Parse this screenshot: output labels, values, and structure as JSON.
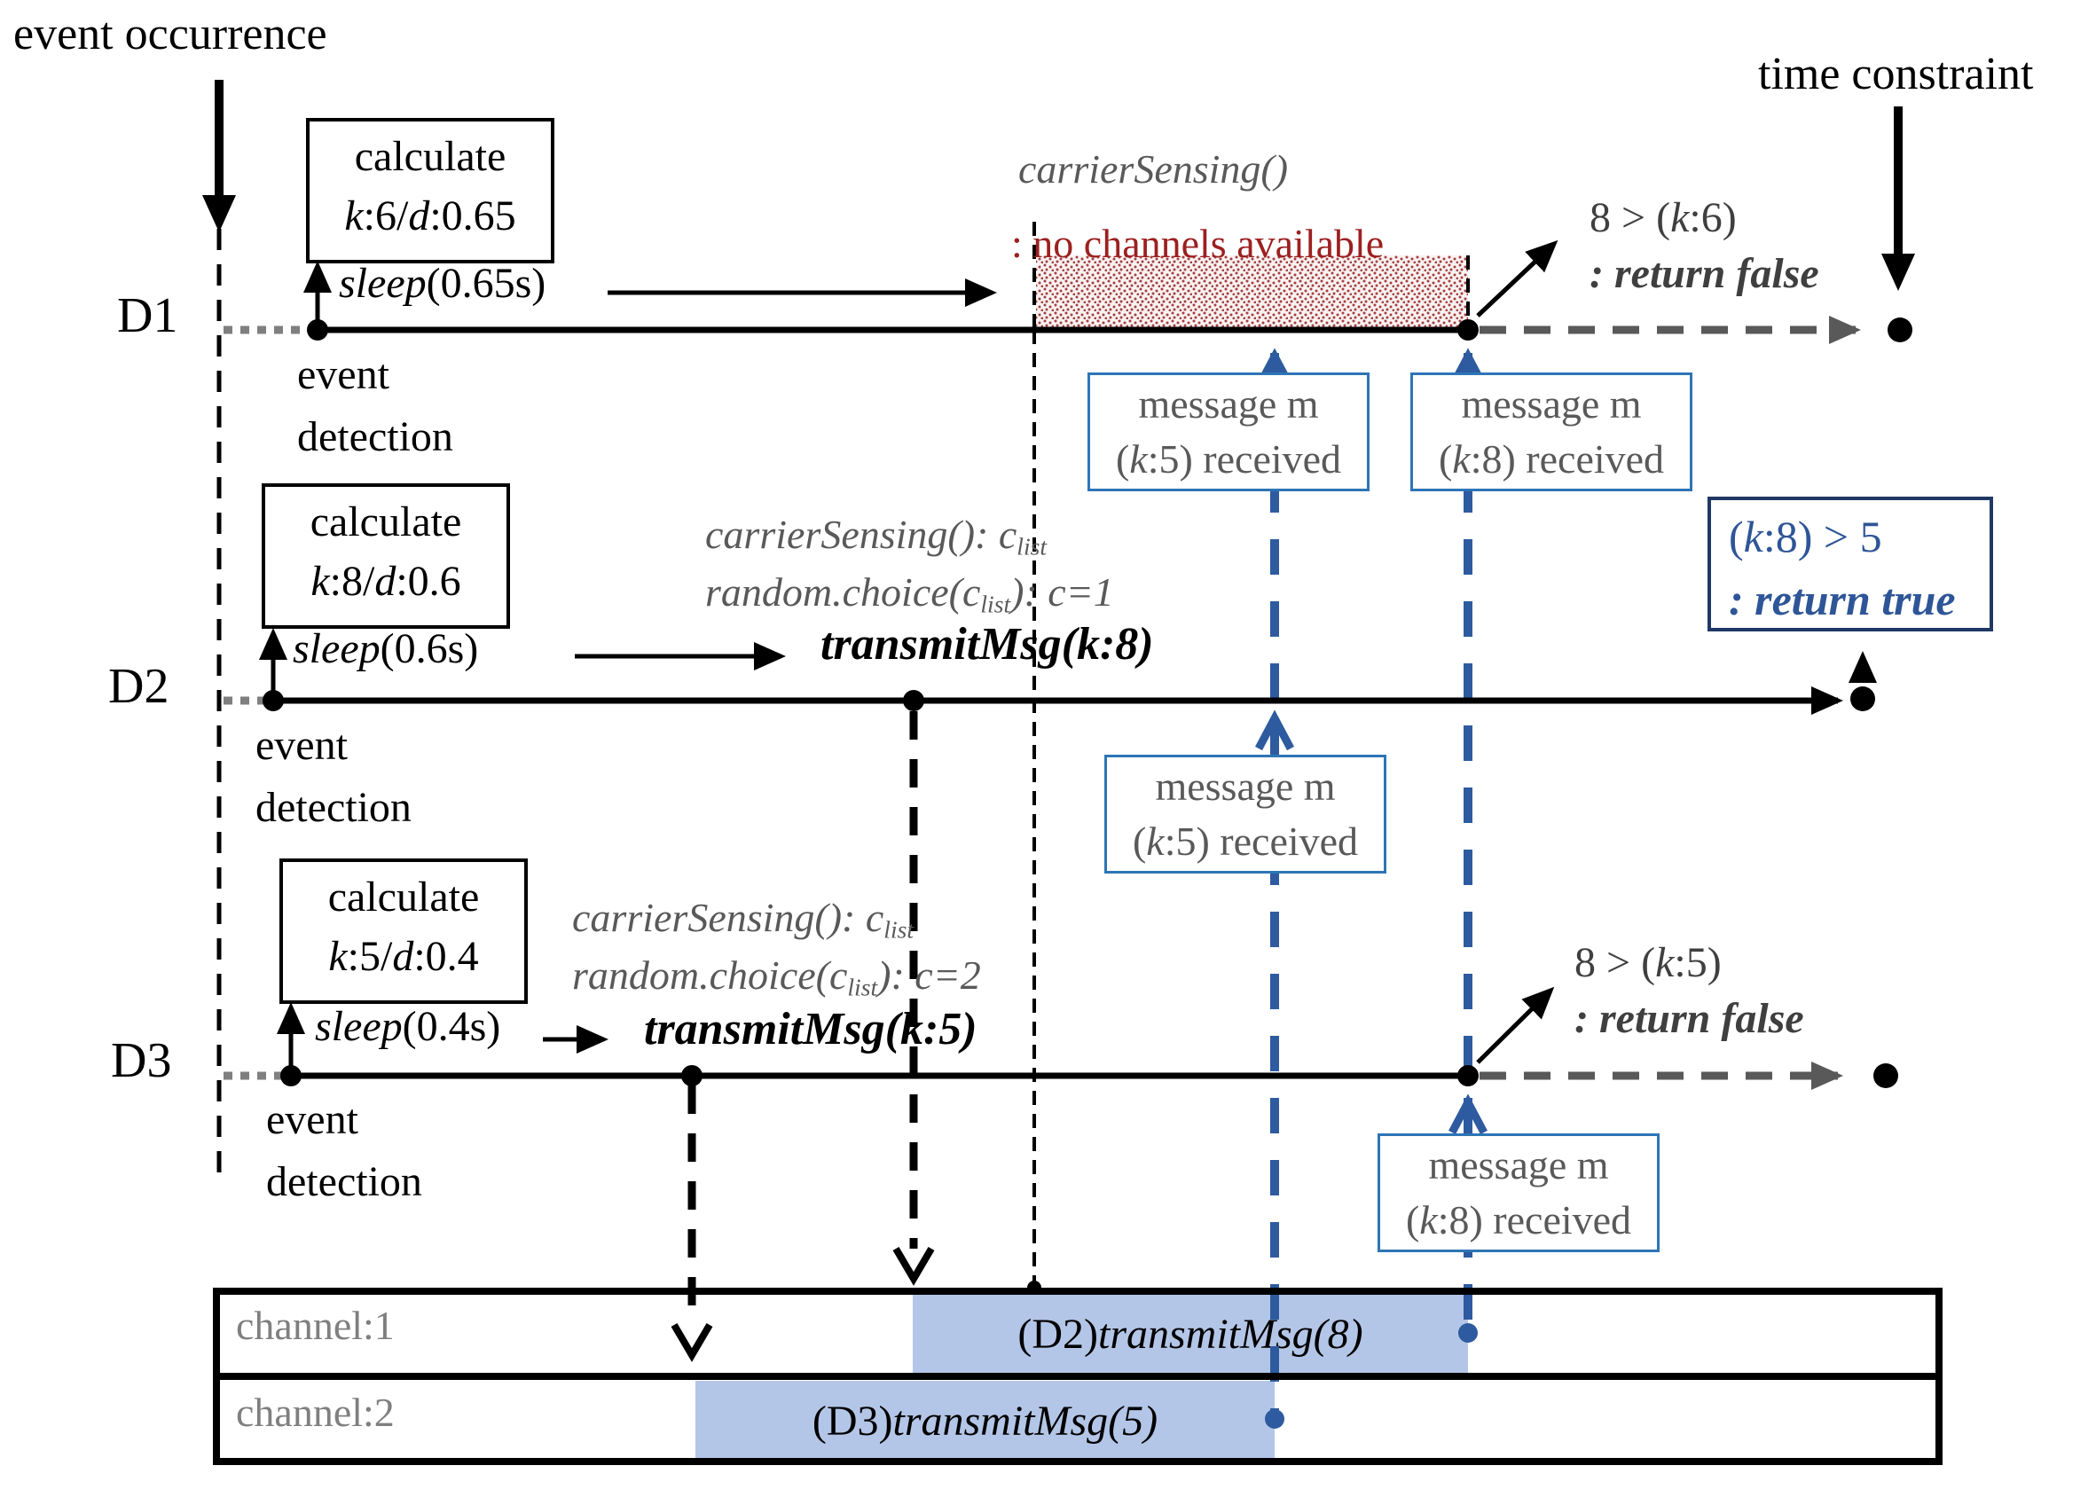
{
  "figure": {
    "event_occurrence": "event occurrence",
    "time_constraint": "time constraint",
    "event": "event",
    "detection": "detection",
    "calculate": "calculate",
    "message_m": "message m",
    "received_k5": {
      "pre": "(",
      "k": "k",
      "post": ":5) received"
    },
    "received_k8": {
      "pre": "(",
      "k": "k",
      "post": ":8) received"
    }
  },
  "d1": {
    "label": "D1",
    "calc": {
      "k": "k",
      "kv": ":6/",
      "d": "d",
      "dv": ":0.65"
    },
    "sleep": {
      "fn": "sleep",
      "arg": "(0.65s)"
    },
    "carrier": "carrierSensing()",
    "no_channels": ": no channels available",
    "cmp": {
      "pre": "8 > (",
      "k": "k",
      "post": ":6)"
    },
    "ret": ": return false"
  },
  "d2": {
    "label": "D2",
    "calc": {
      "k": "k",
      "kv": ":8/",
      "d": "d",
      "dv": ":0.6"
    },
    "sleep": {
      "fn": "sleep",
      "arg": "(0.6s)"
    },
    "cs": {
      "pre": "carrierSensing(): c",
      "sub": "list"
    },
    "rc": {
      "pre": "random.choice(c",
      "sub": "list",
      "post": "): ",
      "c": "c",
      "eq": "=1"
    },
    "transmit": {
      "pre": "transmitMsg(",
      "k": "k",
      "post": ":8)"
    },
    "result": {
      "pre": "(",
      "k": "k",
      "post": ":8) > 5",
      "ret": ": return true"
    }
  },
  "d3": {
    "label": "D3",
    "calc": {
      "k": "k",
      "kv": ":5/",
      "d": "d",
      "dv": ":0.4"
    },
    "sleep": {
      "fn": "sleep",
      "arg": "(0.4s)"
    },
    "cs": {
      "pre": "carrierSensing(): c",
      "sub": "list"
    },
    "rc": {
      "pre": "random.choice(c",
      "sub": "list",
      "post": "): ",
      "c": "c",
      "eq": "=2"
    },
    "transmit": {
      "pre": "transmitMsg(",
      "k": "k",
      "post": ":5)"
    },
    "cmp": {
      "pre": "8 > (",
      "k": "k",
      "post": ":5)"
    },
    "ret": ": return false"
  },
  "channels": {
    "ch1": "channel:1",
    "ch2": "channel:2",
    "block1": {
      "pre": "(D2) ",
      "it": "transmitMsg(8)"
    },
    "block2": {
      "pre": "(D3) ",
      "it": "transmitMsg(5)"
    }
  },
  "colors": {
    "blue_accent": "#2e5b9f",
    "msg_box_border": "#2e75b6",
    "channel_fill": "#b4c6e7",
    "return_true_border": "#1f3864",
    "return_true_text": "#2e5597",
    "hatch_red": "#a34040",
    "dark_red_text": "#9c2020",
    "gray_text": "#595959"
  }
}
